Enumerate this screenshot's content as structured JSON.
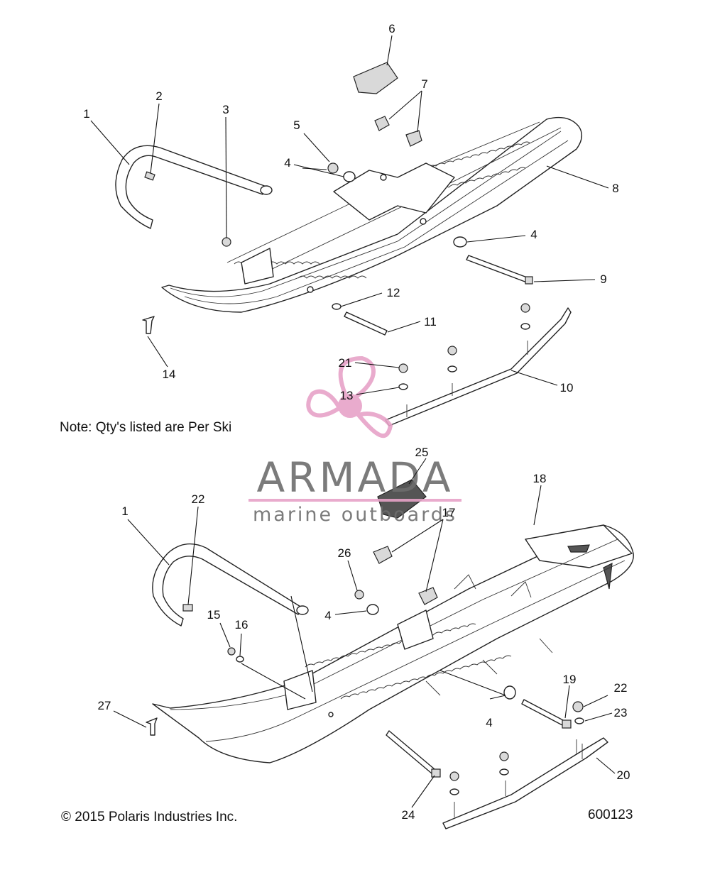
{
  "note": "Note: Qty's listed are Per Ski",
  "copyright": "© 2015 Polaris Industries Inc.",
  "figure_id": "600123",
  "watermark": {
    "brand": "ARMADA",
    "tagline": "marine outboards",
    "accent_color": "#e7a3c8",
    "text_color": "#6d6d6d"
  },
  "callouts": {
    "upper": [
      "1",
      "2",
      "3",
      "4",
      "5",
      "6",
      "7",
      "8",
      "4",
      "9",
      "12",
      "11",
      "14",
      "21",
      "13",
      "10"
    ],
    "lower": [
      "1",
      "22",
      "15",
      "16",
      "27",
      "26",
      "4",
      "25",
      "17",
      "18",
      "4",
      "19",
      "22",
      "23",
      "20",
      "24"
    ]
  }
}
